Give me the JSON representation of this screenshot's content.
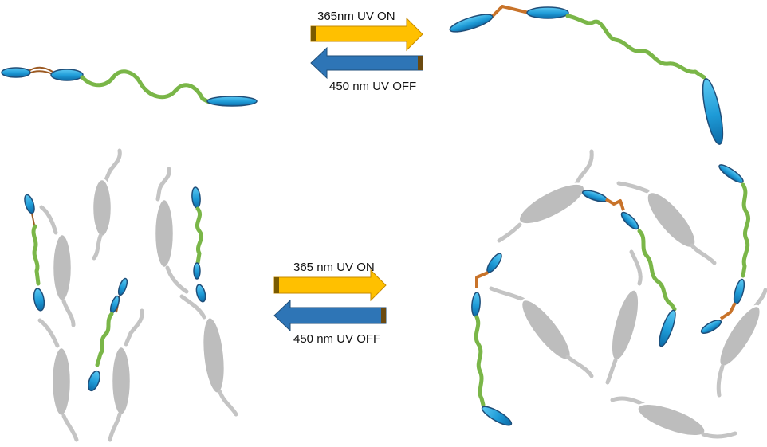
{
  "colors": {
    "uv_on_arrow": "#ffc000",
    "uv_off_arrow": "#2e75b6",
    "azobenzene_unit": "#1e9bd7",
    "flexible_spacer": "#7ab648",
    "azo_linkage": "#c8732a",
    "liquid_crystal_host": "#bdbdbd"
  },
  "top_scheme": {
    "forward_label": "365nm  UV ON",
    "reverse_label": "450 nm UV OFF"
  },
  "bottom_scheme": {
    "forward_label": "365 nm UV ON",
    "reverse_label": "450 nm UV OFF"
  }
}
